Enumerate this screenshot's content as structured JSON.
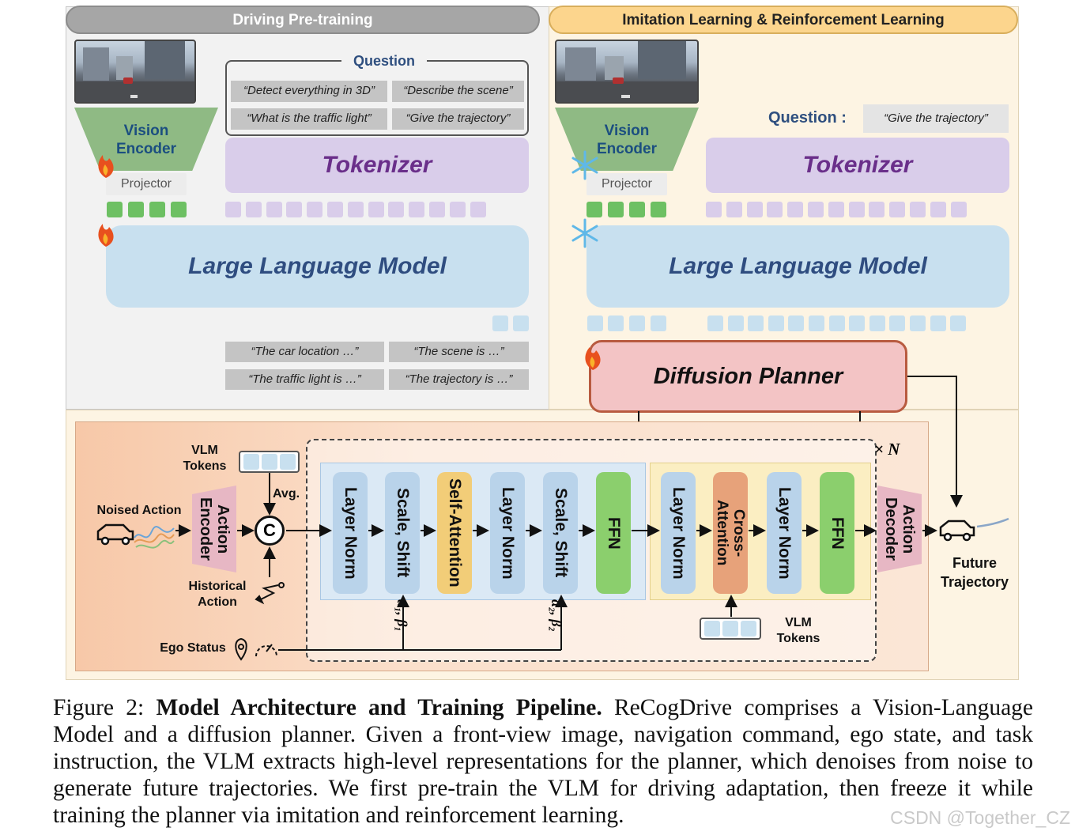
{
  "left_panel": {
    "header": "Driving Pre-training",
    "vision_encoder": "Vision\nEncoder",
    "projector": "Projector",
    "question_title": "Question",
    "questions": [
      "“Detect everything in 3D”",
      "“Describe the scene”",
      "“What is the traffic light”",
      "“Give the trajectory”"
    ],
    "tokenizer": "Tokenizer",
    "llm": "Large Language Model",
    "answers": [
      "“The car location …”",
      "“The scene is  …”",
      "“The traffic light is …”",
      "“The trajectory is …”"
    ]
  },
  "right_panel": {
    "header": "Imitation Learning & Reinforcement Learning",
    "vision_encoder": "Vision\nEncoder",
    "projector": "Projector",
    "question_label": "Question :",
    "question": "“Give the trajectory”",
    "tokenizer": "Tokenizer",
    "llm": "Large Language Model",
    "diffusion_planner": "Diffusion Planner"
  },
  "bottom_panel": {
    "vlm_tokens": "VLM\nTokens",
    "noised_action": "Noised Action",
    "action_encoder": "Action\nEncoder",
    "avg": "Avg.",
    "concat": "C",
    "historical_action": "Historical\nAction",
    "ego_status": "Ego Status",
    "blocks": [
      "Layer Norm",
      "Scale, Shift",
      "Self-Attention",
      "Layer Norm",
      "Scale, Shift",
      "FFN",
      "Layer Norm",
      "Cross-\nAttention",
      "Layer Norm",
      "FFN"
    ],
    "alpha1": "α₁, β₁",
    "alpha2": "α₂, β₂",
    "times_n": "× N",
    "vlm_tokens2": "VLM\nTokens",
    "action_decoder": "Action\nDecoder",
    "future_trajectory": "Future\nTrajectory"
  },
  "caption": {
    "prefix": "Figure 2: ",
    "title": "Model Architecture and Training Pipeline.",
    "text": " ReCogDrive comprises a Vision-Language Model and a diffusion planner. Given a front-view image, navigation command, ego state, and task instruction, the VLM extracts high-level representations for the planner, which denoises from noise to generate future trajectories. We first pre-train the VLM for driving adaptation, then freeze it while training the planner via imitation and reinforcement learning."
  },
  "watermark": "CSDN @Together_CZ",
  "colors": {
    "tokenizer": "#d9cdea",
    "llm": "#c8e0ef",
    "vision_encoder": "#8fba84",
    "diffusion": "#f3c4c5",
    "fire": "#e8501e",
    "snow": "#5fb8e8"
  }
}
